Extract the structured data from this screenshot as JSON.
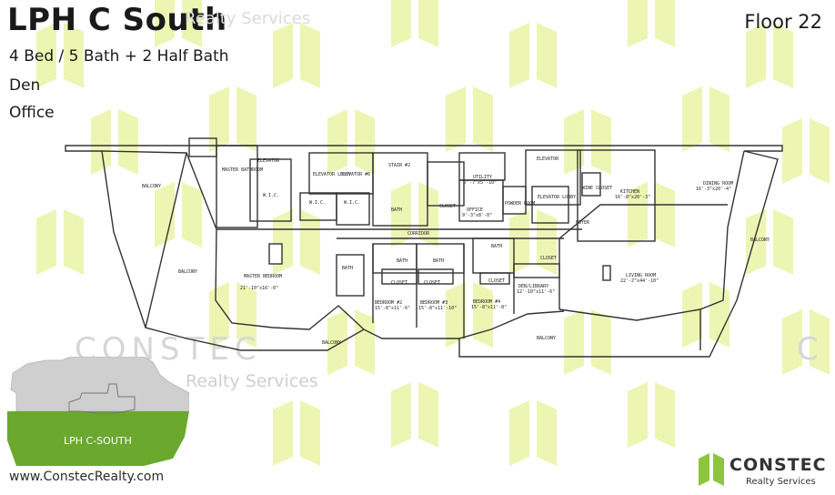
{
  "header": {
    "title": "LPH C South",
    "title_watermark": "Realty Services",
    "floor": "Floor 22",
    "features": [
      "4 Bed / 5 Bath + 2 Half Bath",
      "Den",
      "Office"
    ]
  },
  "watermark": {
    "brand": "CONSTEC",
    "sub": "Realty Services",
    "color": "#eaf4a6"
  },
  "plan_labels": {
    "balcony": "BALCONY",
    "elevator": "ELEVATOR",
    "elevator_lobby": "ELEVATOR LOBBY",
    "elevator_6": "ELEVATOR #6",
    "stair": "STAIR #2",
    "master_bathroom": "MASTER BATHROOM",
    "wic": "W.I.C.",
    "bath": "BATH",
    "closet": "CLOSET",
    "utility": "UTILITY",
    "utility_dim": "7'-7\"x5'-10\"",
    "powder": "POWDER ROOM",
    "office": "OFFICE",
    "office_dim": "9'-3\"x8'-0\"",
    "corridor": "CORRIDOR",
    "master_bedroom": "MASTER BEDROOM",
    "master_bedroom_dim": "21'-10\"x16'-0\"",
    "bedroom2": "BEDROOM #2",
    "bedroom2_dim": "15'-8\"x11'-6\"",
    "bedroom3": "BEDROOM #3",
    "bedroom3_dim": "15'-8\"x11'-10\"",
    "bedroom4": "BEDROOM #4",
    "bedroom4_dim": "15'-8\"x11'-8\"",
    "den": "DEN/LIBRARY",
    "den_dim": "12'-10\"x11'-6\"",
    "kitchen": "KITCHEN",
    "kitchen_dim": "16'-8\"x20'-3\"",
    "wine": "WINE CLOSET",
    "foyer": "FOYER",
    "dining": "DINING ROOM",
    "dining_dim": "16'-3\"x20'-4\"",
    "living": "LIVING ROOM",
    "living_dim": "22'-2\"x44'-10\""
  },
  "keymap": {
    "label": "LPH C-SOUTH",
    "highlight_color": "#6aa82e",
    "base_color": "#cfcfcf"
  },
  "footer": {
    "website": "www.ConstecRealty.com",
    "brand": "CONSTEC",
    "brand_sub": "Realty Services",
    "brand_color": "#8cc63f"
  }
}
